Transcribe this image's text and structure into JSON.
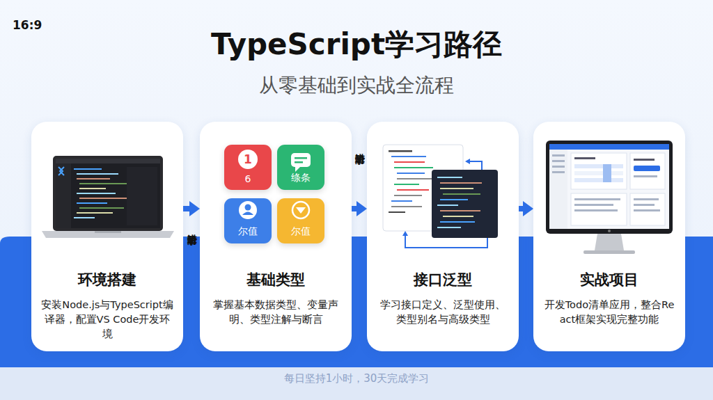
{
  "diagram": {
    "title": "TypeScript学习路径",
    "caption": "每日坚持1小时，30天完成学习",
    "nodes": [
      {
        "text": [
          "环境搭建",
          "安装Node.js与TypeScript编译器，配置VS Code开发环境"
        ]
      },
      {
        "text": [
          "基础类型",
          "掌握基本数据类型、变量声明、类型注解与断言"
        ]
      },
      {
        "text": [
          "1",
          "6"
        ],
        "in": 1
      },
      {
        "text": [
          "绦条"
        ],
        "in": 1
      },
      {
        "text": [
          "尔值"
        ],
        "in": 1
      },
      {
        "text": [
          "尔值"
        ],
        "in": 1
      },
      {
        "text": [
          "接口泛型",
          "学习接口定义、泛型使用、类型别名与高级类型"
        ]
      },
      {
        "text": [
          "实战项目",
          "开发Todo清单应用，整合React框架实现完整功能"
        ]
      }
    ],
    "edges": [
      {
        "from": 0,
        "to": 1,
        "label": "进阶学习",
        "arrow": "to"
      },
      {
        "from": 1,
        "to": 6,
        "label": "进阶学习",
        "arrow": "to"
      },
      {
        "from": 6,
        "to": 7,
        "arrow": "to"
      }
    ],
    "labels": [
      "16:9",
      "从零基础到实战全流程"
    ]
  }
}
